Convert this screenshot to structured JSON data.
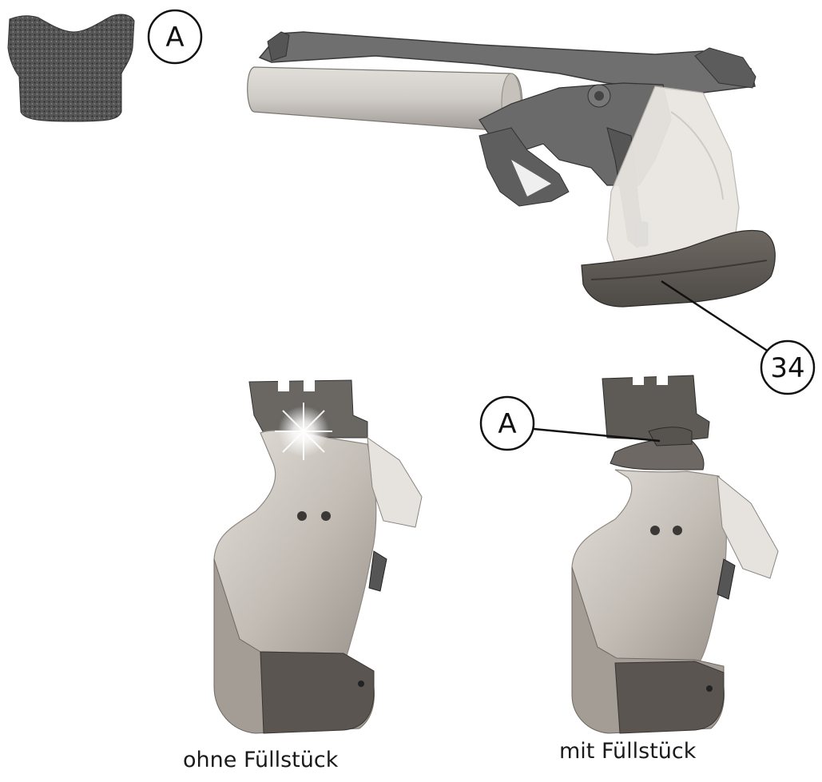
{
  "callouts": {
    "filler_top": "A",
    "grip_bottom": "34",
    "filler_installed": "A"
  },
  "captions": {
    "without_filler": "ohne Füllstück",
    "with_filler": "mit Füllstück"
  },
  "colors": {
    "wood": "#b9b3ac",
    "wood_dark": "#7a736d",
    "metal": "#6e6e6e",
    "barrel": "#c9c5c0",
    "foam": "#4a4a4a",
    "outline": "#111111"
  }
}
